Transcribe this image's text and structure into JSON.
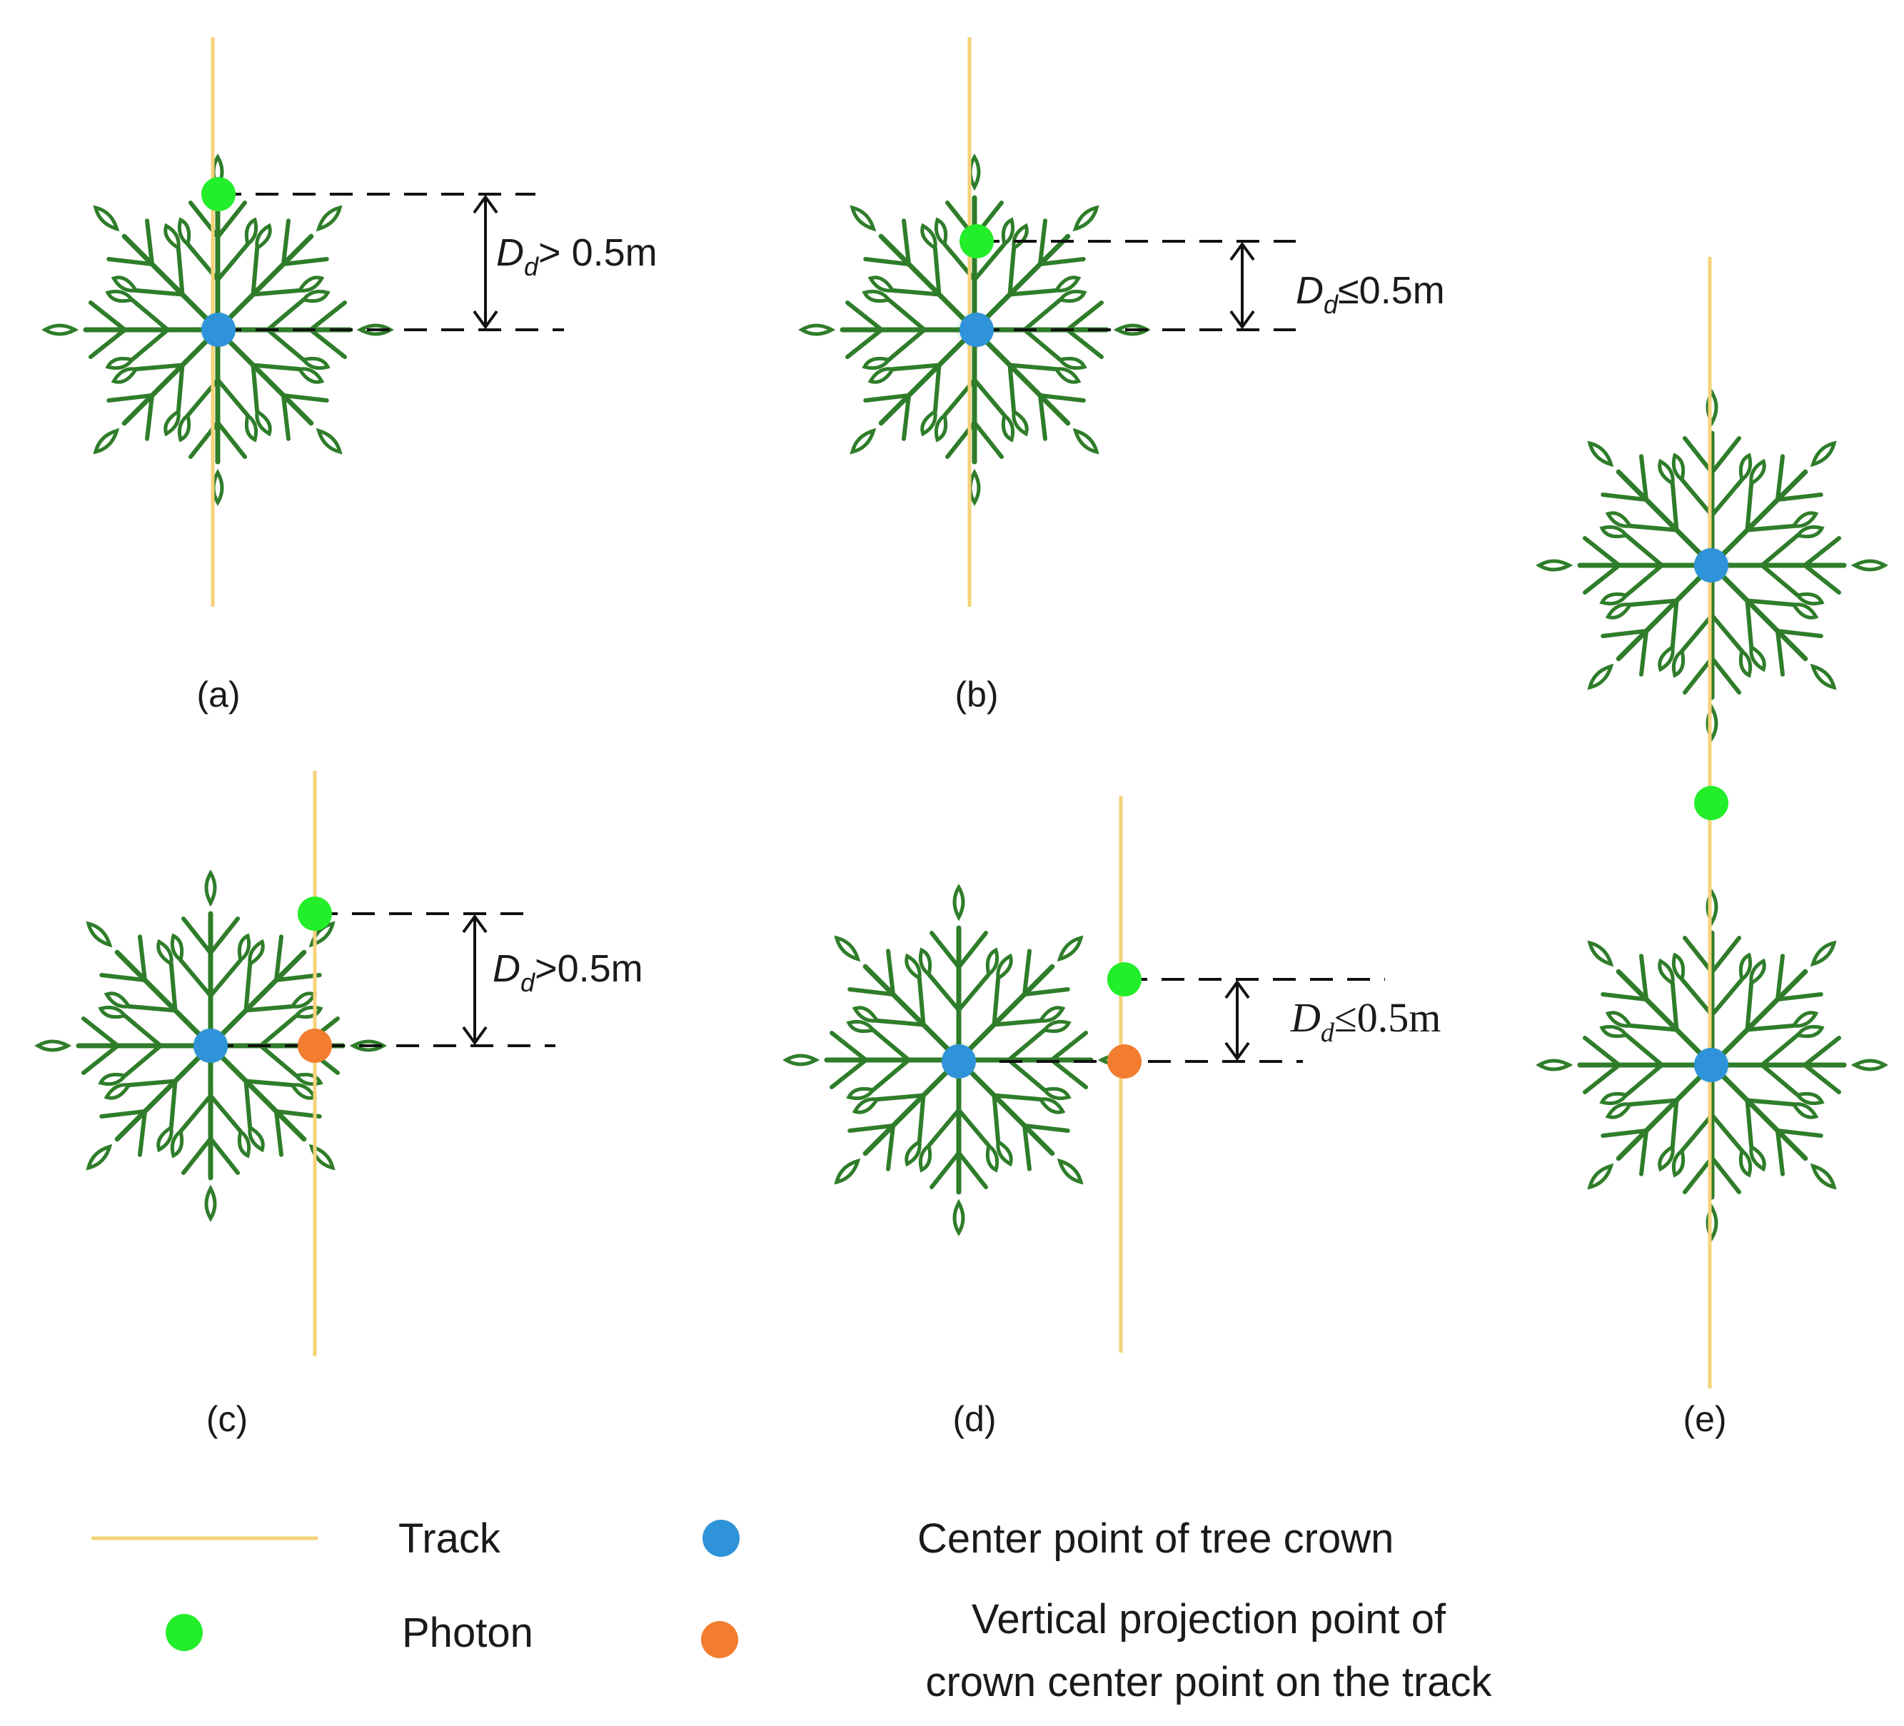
{
  "colors": {
    "track": "#f5d27a",
    "photon": "#22ee2a",
    "center": "#2f93d9",
    "projection": "#f27d30",
    "tree_stroke": "#2f7d2a",
    "tree_fill": "#eef5ea",
    "dash": "#111111"
  },
  "icons": {
    "tree": "tree-crown-icon",
    "photon": "photon-dot-icon",
    "center": "crown-center-dot-icon",
    "projection": "projection-dot-icon"
  },
  "panels": [
    {
      "id": "a",
      "label": "(a)",
      "dist_symbol": "D",
      "dist_sub": "d",
      "dist_rest": "> 0.5m"
    },
    {
      "id": "b",
      "label": "(b)",
      "dist_symbol": "D",
      "dist_sub": "d",
      "dist_rest": "≤0.5m"
    },
    {
      "id": "c",
      "label": "(c)",
      "dist_symbol": "D",
      "dist_sub": "d",
      "dist_rest": ">0.5m"
    },
    {
      "id": "d",
      "label": "(d)",
      "dist_symbol": "D",
      "dist_sub": "d",
      "dist_rest": "≤0.5m"
    },
    {
      "id": "e",
      "label": "(e)"
    }
  ],
  "legend": {
    "track": "Track",
    "photon": "Photon",
    "center": "Center point of tree crown",
    "projection_line1": "Vertical projection point of",
    "projection_line2": "crown center point on the track"
  }
}
